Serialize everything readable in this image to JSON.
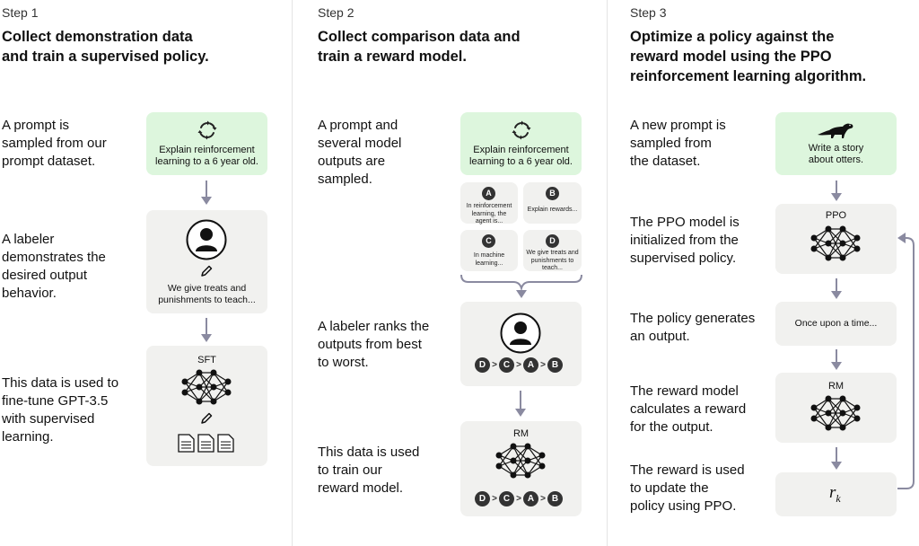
{
  "steps": [
    {
      "label": "Step 1",
      "heading": [
        "Collect demonstration data",
        "and train a supervised policy."
      ],
      "descriptions": [
        [
          "A prompt is",
          "sampled from our",
          "prompt dataset."
        ],
        [
          "A labeler",
          "demonstrates the",
          "desired output",
          "behavior."
        ],
        [
          "This data is used to",
          "fine-tune GPT-3.5",
          "with supervised",
          "learning."
        ]
      ],
      "prompt_text": [
        "Explain reinforcement",
        "learning to a 6 year old."
      ],
      "demo_text": [
        "We give treats and",
        "punishments to teach..."
      ],
      "model_label": "SFT"
    },
    {
      "label": "Step 2",
      "heading": [
        "Collect comparison data and",
        "train a reward model."
      ],
      "descriptions": [
        [
          "A prompt and",
          "several model",
          "outputs are",
          "sampled."
        ],
        [
          "A labeler ranks the",
          "outputs from best",
          "to worst."
        ],
        [
          "This data is used",
          "to train our",
          "reward model."
        ]
      ],
      "prompt_text": [
        "Explain reinforcement",
        "learning to a 6 year old."
      ],
      "outputs": [
        {
          "letter": "A",
          "text": [
            "In reinforcement",
            "learning, the",
            "agent is..."
          ]
        },
        {
          "letter": "B",
          "text": [
            "Explain rewards..."
          ]
        },
        {
          "letter": "C",
          "text": [
            "In machine",
            "learning..."
          ]
        },
        {
          "letter": "D",
          "text": [
            "We give treats and",
            "punishments to",
            "teach..."
          ]
        }
      ],
      "ranking": [
        "D",
        ">",
        "C",
        ">",
        "A",
        ">",
        "B"
      ],
      "model_label": "RM"
    },
    {
      "label": "Step 3",
      "heading": [
        "Optimize a policy against the",
        "reward model using the PPO",
        "reinforcement learning algorithm."
      ],
      "descriptions": [
        [
          "A new prompt is",
          "sampled from",
          "the dataset."
        ],
        [
          "The PPO model is",
          "initialized from the",
          "supervised policy."
        ],
        [
          "The policy generates",
          "an output."
        ],
        [
          "The reward model",
          "calculates a reward",
          "for the output."
        ],
        [
          "The reward is used",
          "to update the",
          "policy using PPO."
        ]
      ],
      "prompt_text": [
        "Write a story",
        "about otters."
      ],
      "ppo_label": "PPO",
      "output_text": "Once upon a time...",
      "rm_label": "RM",
      "reward_symbol": "r",
      "reward_subscript": "k"
    }
  ],
  "colors": {
    "prompt_box": "#ddf6dd",
    "gray_box": "#f1f1ef",
    "arrow": "#8a8aa0",
    "divider": "#e4e4e4"
  }
}
